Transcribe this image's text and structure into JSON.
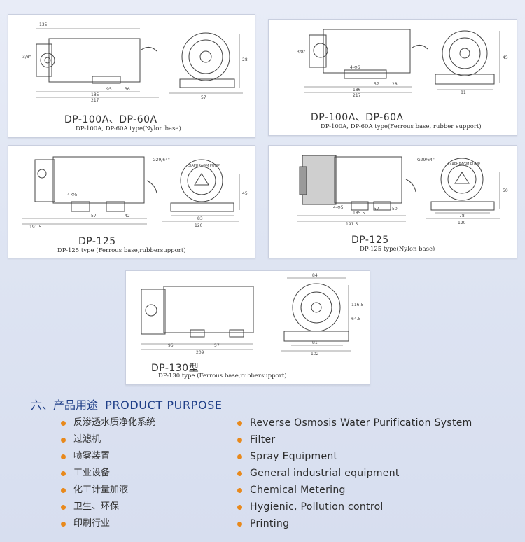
{
  "panels": [
    {
      "model": "DP-100A、DP-60A",
      "subtitle": "DP-100A, DP-60A type(Nylon base)",
      "dims": [
        "135",
        "3/8\"",
        "95",
        "185",
        "217",
        "36",
        "57",
        "28"
      ]
    },
    {
      "model": "DP-100A、DP-60A",
      "subtitle": "DP-100A, DP-60A type(Ferrous base, rubber support)",
      "dims": [
        "3/8\"",
        "4-Φ6",
        "186",
        "217",
        "57",
        "28",
        "81",
        "45"
      ]
    },
    {
      "model": "DP-125",
      "subtitle": "DP-125 type (Ferrous base,rubbersupport)",
      "dims": [
        "4-Φ5",
        "57",
        "42",
        "191.5",
        "G29/64\"",
        "DIAPHRAGM PUMP",
        "83",
        "120",
        "45"
      ]
    },
    {
      "model": "DP-125",
      "subtitle": "DP-125 type(Nylon base)",
      "dims": [
        "4-Φ5",
        "185.5",
        "57",
        "50",
        "191.5",
        "G29/64\"",
        "DIAPHRAGM PUMP",
        "78",
        "120",
        "50"
      ]
    },
    {
      "model": "DP-130型",
      "subtitle": "DP-130 type (Ferrous base,rubbersupport)",
      "dims": [
        "95",
        "57",
        "209",
        "84",
        "81",
        "102",
        "64.5",
        "116.5"
      ]
    }
  ],
  "section": {
    "number": "六、",
    "title_cn": "产品用途",
    "title_en": "PRODUCT PURPOSE"
  },
  "purposes_cn": [
    "反渗透水质净化系统",
    "过滤机",
    "喷雾装置",
    "工业设备",
    "化工计量加液",
    "卫生、环保",
    "印刷行业"
  ],
  "purposes_en": [
    "Reverse Osmosis Water Purification System",
    "Filter",
    "Spray Equipment",
    "General industrial equipment",
    "Chemical Metering",
    "Hygienic, Pollution control",
    "Printing"
  ],
  "colors": {
    "heading": "#1f3f88",
    "bullet": "#e8891c"
  }
}
